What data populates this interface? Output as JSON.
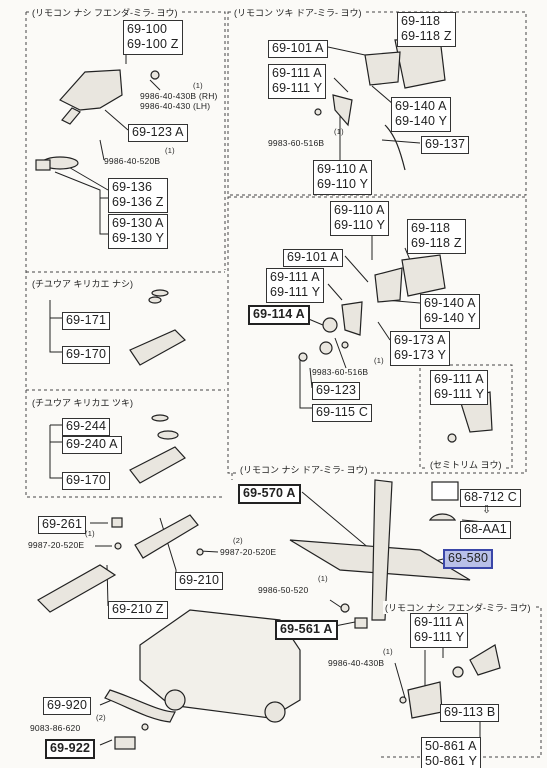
{
  "sections": {
    "top_left": "(リモコン ナシ フエンダ-ミラ- ヨウ)",
    "top_right": "(リモコン ツキ ドア-ミラ- ヨウ)",
    "visor_a": "(チユウア キリカエ ナシ)",
    "visor_b": "(チユウア キリカエ ツキ)",
    "door_no_remote": "(リモコン ナシ ドア-ミラ- ヨウ)",
    "fender_no_remote": "(リモコン ナシ フエンダ-ミラ- ヨウ)",
    "semi_trim": "(セミトリム ヨウ)"
  },
  "parts": {
    "p69_100": "69-100",
    "p69_100z": "69-100 Z",
    "p9986_40_430b": "9986-40-430B (RH)",
    "p9986_40_430": "9986-40-430 (LH)",
    "p69_123a": "69-123 A",
    "p9986_40_520b": "9986-40-520B",
    "p69_136": "69-136",
    "p69_136z": "69-136 Z",
    "p69_130a": "69-130 A",
    "p69_130y": "69-130 Y",
    "p69_118": "69-118",
    "p69_118z": "69-118 Z",
    "p69_101a": "69-101 A",
    "p69_111a": "69-111 A",
    "p69_111y": "69-111 Y",
    "p69_140a": "69-140 A",
    "p69_140y": "69-140 Y",
    "p9983_60_516b": "9983-60-516B",
    "p69_137": "69-137",
    "p69_110a": "69-110 A",
    "p69_110y": "69-110 Y",
    "p69_171": "69-171",
    "p69_170": "69-170",
    "p69_114a": "69-114 A",
    "p69_173a": "69-173 A",
    "p69_173y": "69-173 Y",
    "p69_123": "69-123",
    "p69_115c": "69-115 C",
    "p69_244": "69-244",
    "p69_240a": "69-240 A",
    "p69_261": "69-261",
    "p9987_20_520e": "9987-20-520E",
    "p69_210": "69-210",
    "p69_210z": "69-210 Z",
    "p69_570a": "69-570 A",
    "p68_712c": "68-712 C",
    "p68_aa1": "68-AA1",
    "p69_580": "69-580",
    "p9986_50_520": "9986-50-520",
    "p69_561a": "69-561 A",
    "p9986_40_430b_b": "9986-40-430B",
    "p69_113b": "69-113 B",
    "p50_861a": "50-861 A",
    "p50_861y": "50-861 Y",
    "p69_920": "69-920",
    "p9083_86_620": "9083-86-620",
    "p69_922": "69-922"
  },
  "qty": {
    "q1": "(1)",
    "q2": "(2)"
  },
  "colors": {
    "highlight": "#b9c0e8",
    "highlight_border": "#3a46a8",
    "line": "#222222"
  }
}
